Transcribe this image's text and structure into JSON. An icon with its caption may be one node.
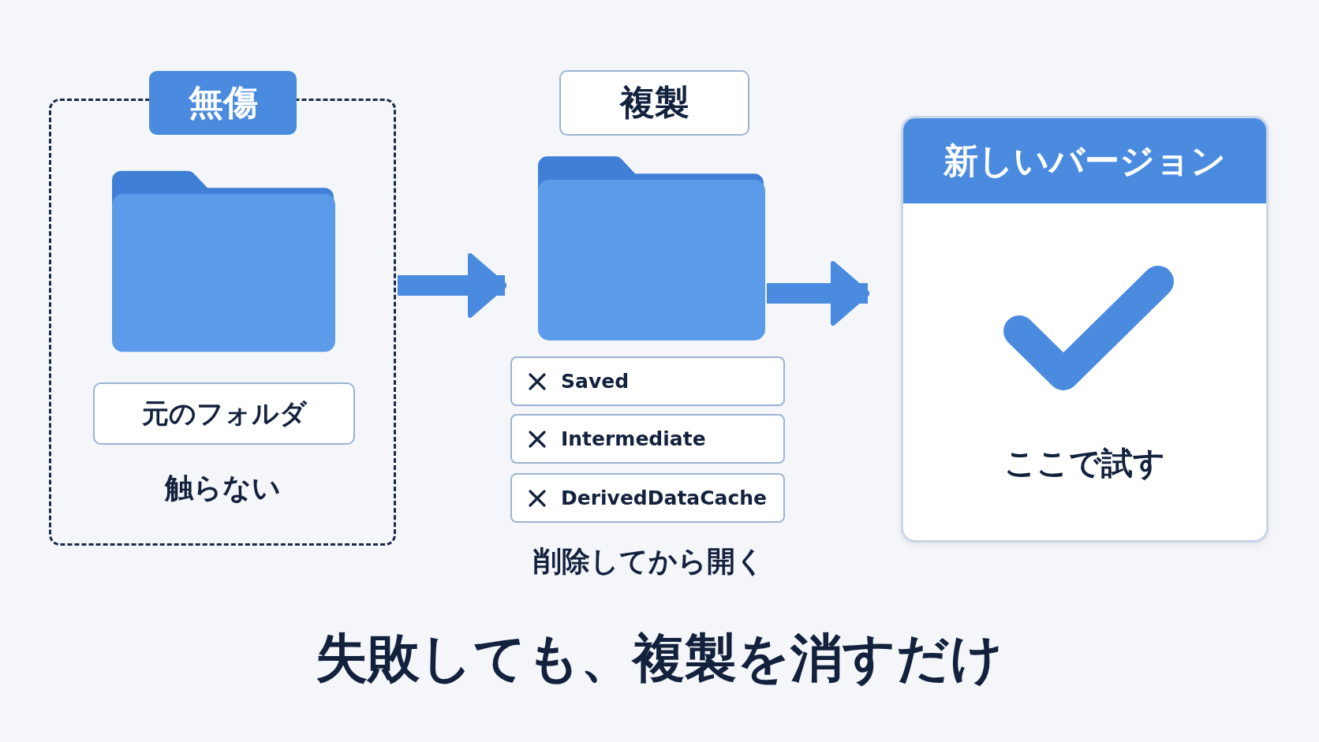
{
  "diagram": {
    "caption": "失敗しても、複製を消すだけ",
    "nodes": [
      {
        "text": [
          "無傷",
          "触らない"
        ]
      },
      {
        "text": [
          "元のフォルダ"
        ],
        "in": 0
      },
      {
        "text": [
          "複製"
        ]
      },
      {
        "text": [],
        "shape": "folder"
      },
      {
        "text": [
          "Saved"
        ]
      },
      {
        "text": [
          "Intermediate"
        ]
      },
      {
        "text": [
          "DerivedDataCache"
        ]
      },
      {
        "text": [
          "新しいバージョン",
          "ここで試す"
        ]
      }
    ],
    "edges": [
      {
        "from": 0,
        "to": 3,
        "arrow": "to"
      },
      {
        "from": 3,
        "to": 7,
        "arrow": "to"
      }
    ],
    "labels": [
      "削除してから開く"
    ]
  }
}
